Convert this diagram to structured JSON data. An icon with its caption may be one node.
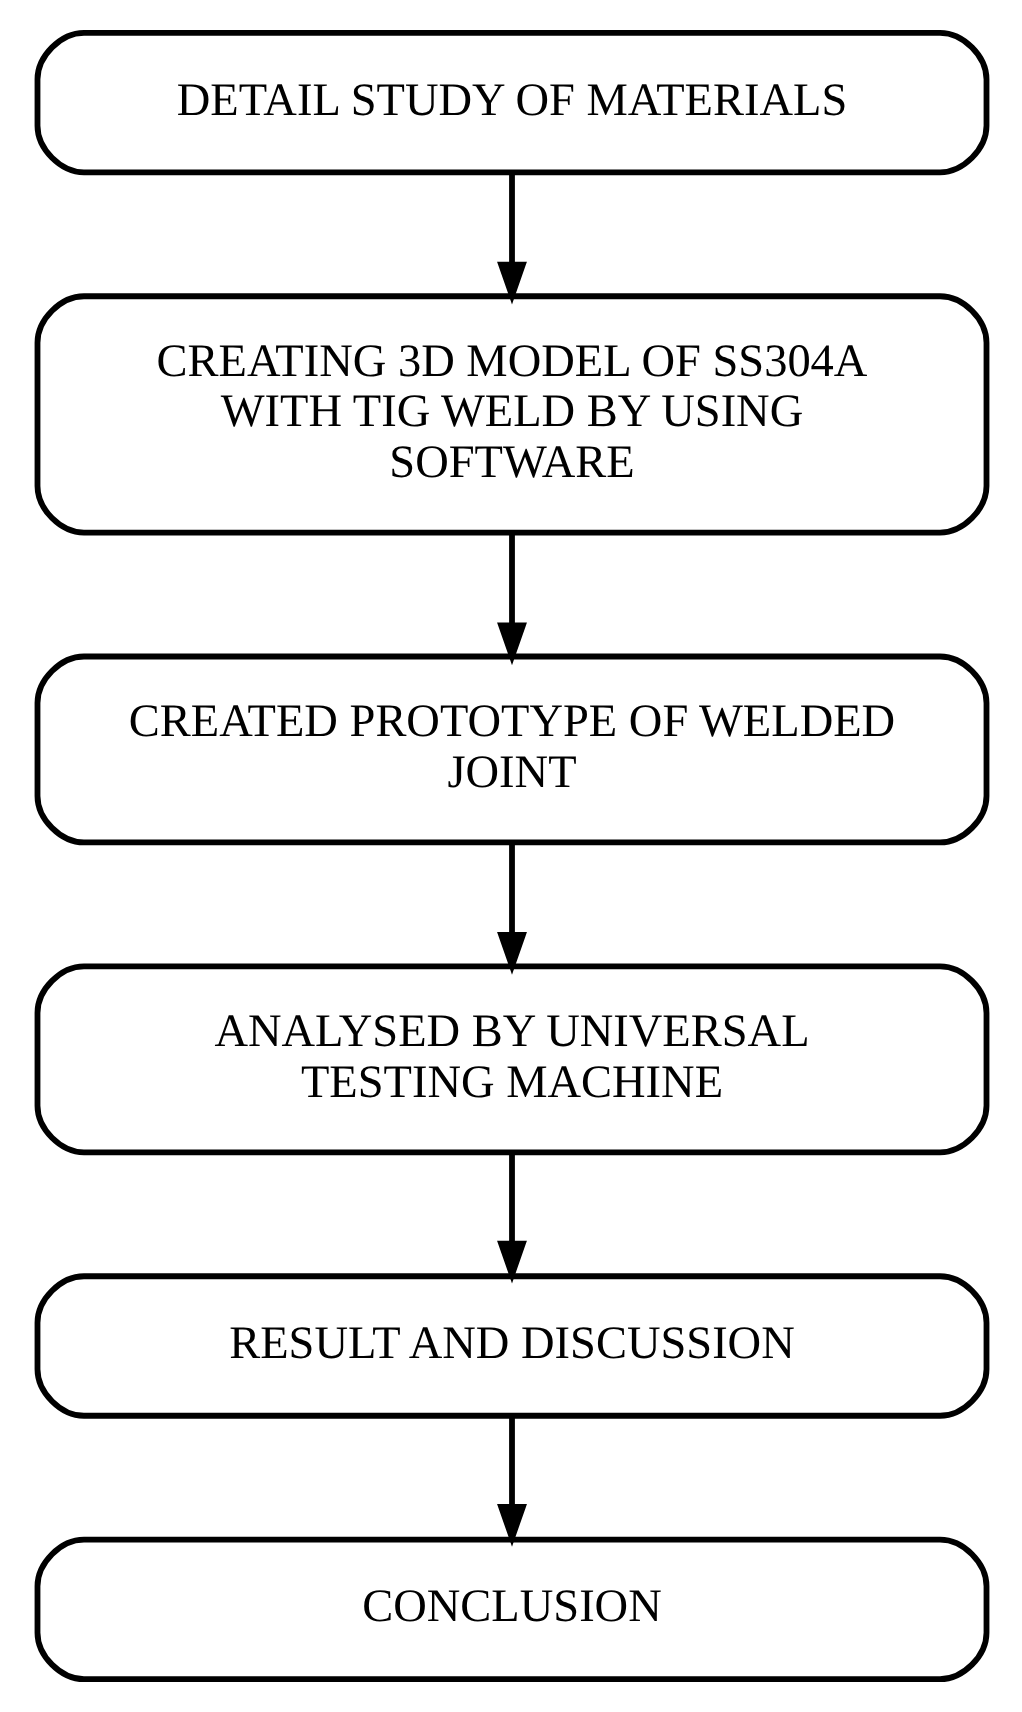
{
  "diagram": {
    "nodes": [
      {
        "text": [
          "DETAIL STUDY OF MATERIALS"
        ]
      },
      {
        "text": [
          "CREATING 3D MODEL OF SS304A WITH TIG WELD BY USING SOFTWARE"
        ]
      },
      {
        "text": [
          "CREATED PROTOTYPE OF WELDED JOINT"
        ]
      },
      {
        "text": [
          "ANALYSED BY UNIVERSAL TESTING MACHINE"
        ]
      },
      {
        "text": [
          "RESULT AND DISCUSSION"
        ]
      },
      {
        "text": [
          "CONCLUSION"
        ]
      }
    ],
    "edges": [
      {
        "from": 0,
        "to": 1,
        "arrow": "to"
      },
      {
        "from": 1,
        "to": 2,
        "arrow": "to"
      },
      {
        "from": 2,
        "to": 3,
        "arrow": "to"
      },
      {
        "from": 3,
        "to": 4,
        "arrow": "to"
      },
      {
        "from": 4,
        "to": 5,
        "arrow": "to"
      }
    ]
  }
}
